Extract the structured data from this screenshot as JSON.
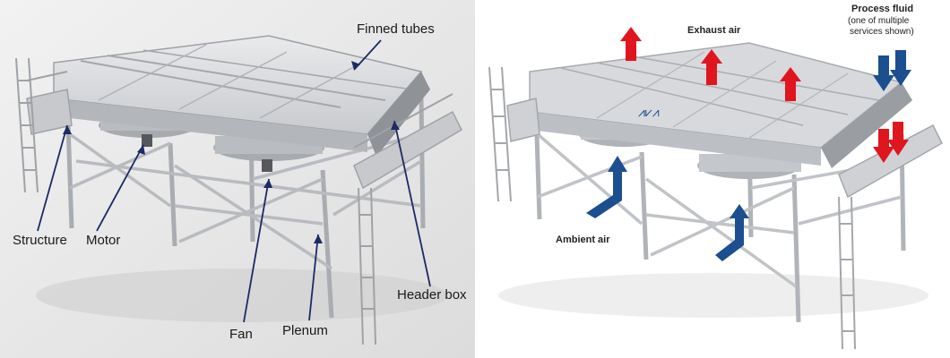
{
  "left_diagram": {
    "labels": {
      "finned_tubes": "Finned tubes",
      "structure": "Structure",
      "motor": "Motor",
      "header_box": "Header box",
      "fan": "Fan",
      "plenum": "Plenum"
    },
    "leader_color": "#1c2a66"
  },
  "right_diagram": {
    "labels": {
      "exhaust_air": "Exhaust air",
      "process_fluid": "Process fluid",
      "process_fluid_note_line1": "(one of multiple",
      "process_fluid_note_line2": "services shown)",
      "ambient_air": "Ambient air"
    },
    "colors": {
      "hot_arrow": "#e0161e",
      "cool_arrow": "#1b4f8f",
      "steel": "#c9ccd0"
    }
  }
}
